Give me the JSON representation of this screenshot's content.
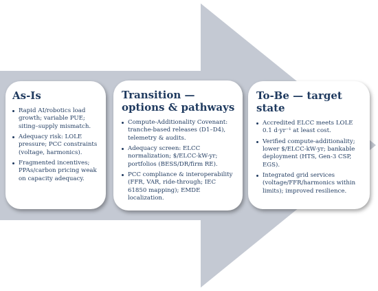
{
  "colors": {
    "arrow": "#c4c9d3",
    "text": "#1f3a5f",
    "card": "#ffffff"
  },
  "as_is": {
    "title": "As-Is",
    "items": [
      "Rapid AI/robotics load growth; variable PUE; siting–supply mismatch.",
      "Adequacy risk: LOLE pressure; PCC constraints (voltage, harmonics).",
      "Fragmented incentives; PPAs/carbon pricing weak on capacity adequacy."
    ]
  },
  "transition": {
    "title": "Transition — options & pathways",
    "items": [
      "Compute-Additionality Covenant: tranche-based releases (D1–D4), telemetry & audits.",
      "Adequacy screen: ELCC normalization; $/ELCC-kW-yr; portfolios (BESS/DR/firm RE).",
      "PCC compliance & interoperability (FFR, VAR, ride-through; IEC 61850 mapping); EMDE localization."
    ]
  },
  "to_be": {
    "title": "To-Be — target state",
    "items": [
      "Accredited ELCC meets LOLE 0.1 d·yr⁻¹ at least cost.",
      "Verified compute-additionality; lower $/ELCC-kW-yr; bankable deployment (HTS, Gen-3 CSP, EGS).",
      "Integrated grid services (voltage/FFR/harmonics within limits); improved resilience."
    ]
  }
}
